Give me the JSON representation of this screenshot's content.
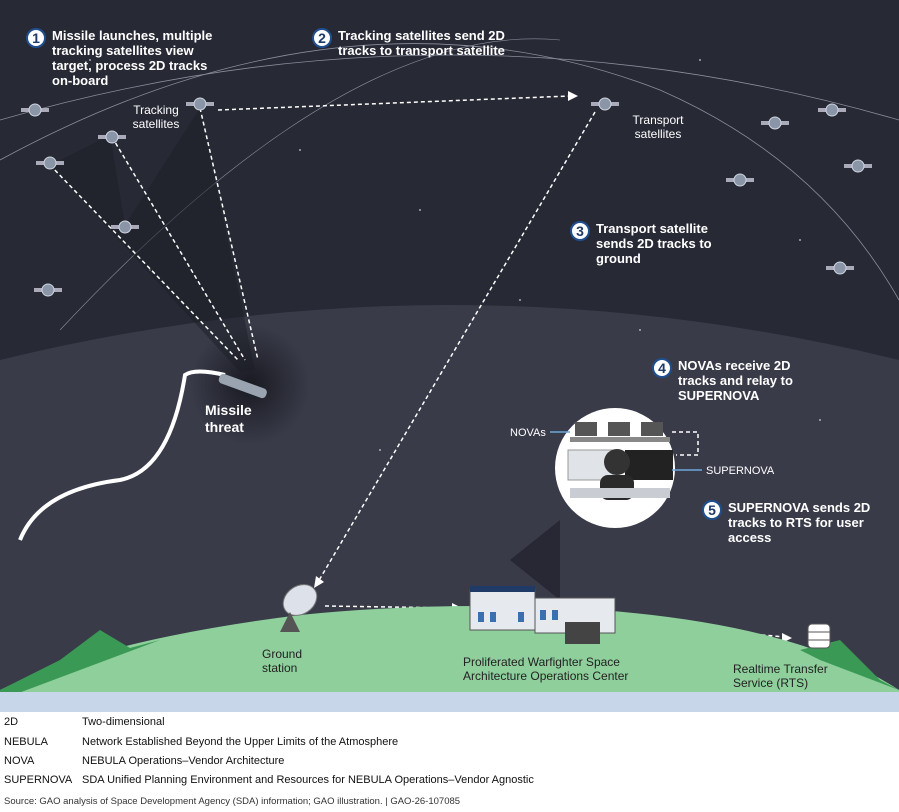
{
  "steps": [
    {
      "num": "1",
      "text": "Missile launches, multiple tracking satellites view target, process 2D tracks on-board"
    },
    {
      "num": "2",
      "text": "Tracking satellites send 2D tracks to transport satellite"
    },
    {
      "num": "3",
      "text": "Transport satellite sends 2D tracks to ground"
    },
    {
      "num": "4",
      "text": "NOVAs receive 2D tracks and relay to SUPERNOVA"
    },
    {
      "num": "5",
      "text": "SUPERNOVA sends 2D tracks to RTS for user access"
    }
  ],
  "labels": {
    "tracking": "Tracking satellites",
    "transport": "Transport satellites",
    "missile": "Missile threat",
    "novas": "NOVAs",
    "supernova": "SUPERNOVA",
    "ground_station": "Ground station",
    "ops_center": "Proliferated Warfighter Space Architecture Operations Center",
    "rts": "Realtime Transfer Service (RTS)"
  },
  "legend": [
    {
      "abbr": "2D",
      "def": "Two-dimensional"
    },
    {
      "abbr": "NEBULA",
      "def": "Network Established Beyond the Upper Limits of the Atmosphere"
    },
    {
      "abbr": "NOVA",
      "def": "NEBULA Operations–Vendor Architecture"
    },
    {
      "abbr": "SUPERNOVA",
      "def": "SDA Unified Planning Environment and Resources for NEBULA Operations–Vendor Agnostic"
    }
  ],
  "source": "Source: GAO analysis of Space Development Agency (SDA) information; GAO illustration.  |  GAO-26-107085",
  "colors": {
    "space": "#272935",
    "atmosphere": "#393b49",
    "ground": "#8fcf9c",
    "hills": "#3a9a55",
    "strip": "#c7d6e8",
    "badge": "#1f4f8f"
  }
}
